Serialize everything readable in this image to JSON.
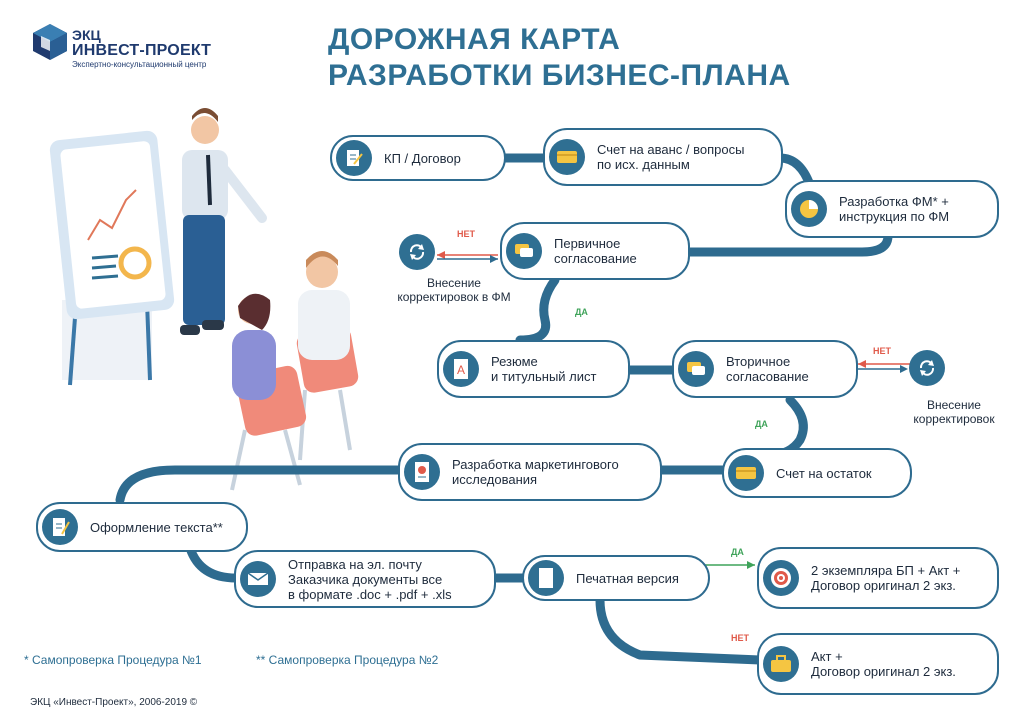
{
  "brand": {
    "abbr": "ЭКЦ",
    "name": "ИНВЕСТ-ПРОЕКТ",
    "subtitle": "Экспертно-консультационный центр"
  },
  "title": {
    "line1": "ДОРОЖНАЯ КАРТА",
    "line2": "РАЗРАБОТКИ БИЗНЕС-ПЛАНА"
  },
  "nodes": {
    "kp": "КП / Договор",
    "invoice_advance": "Счет на аванс / вопросы\nпо исх. данным",
    "fm": "Разработка ФМ* +\nинструкция по ФМ",
    "first_approval": "Первичное\nсогласование",
    "resume": "Резюме\nи титульный лист",
    "second_approval": "Вторичное\nсогласование",
    "invoice_rest": "Счет на остаток",
    "marketing": "Разработка маркетингового\nисследования",
    "text_design": "Оформление текста**",
    "email": "Отправка на эл. почту\nЗаказчика документы все\nв формате .doc + .pdf + .xls",
    "print": "Печатная версия",
    "two_copies": "2 экземпляра БП + Акт +\nДоговор оригинал 2 экз.",
    "act": "Акт +\nДоговор оригинал 2 экз."
  },
  "side": {
    "corrections_fm": "Внесение\nкорректировок в ФМ",
    "corrections": "Внесение\nкорректировок"
  },
  "tags": {
    "no": "НЕТ",
    "yes": "ДА"
  },
  "footnotes": {
    "one": "* Самопроверка Процедура №1",
    "two": "** Самопроверка Процедура №2"
  },
  "copyright": "ЭКЦ «Инвест-Проект», 2006-2019 ©",
  "colors": {
    "path": "#2e6b8f",
    "accent": "#2e6f93",
    "no": "#e05a4a",
    "yes": "#3fa35a",
    "icon": "#f5c542"
  }
}
